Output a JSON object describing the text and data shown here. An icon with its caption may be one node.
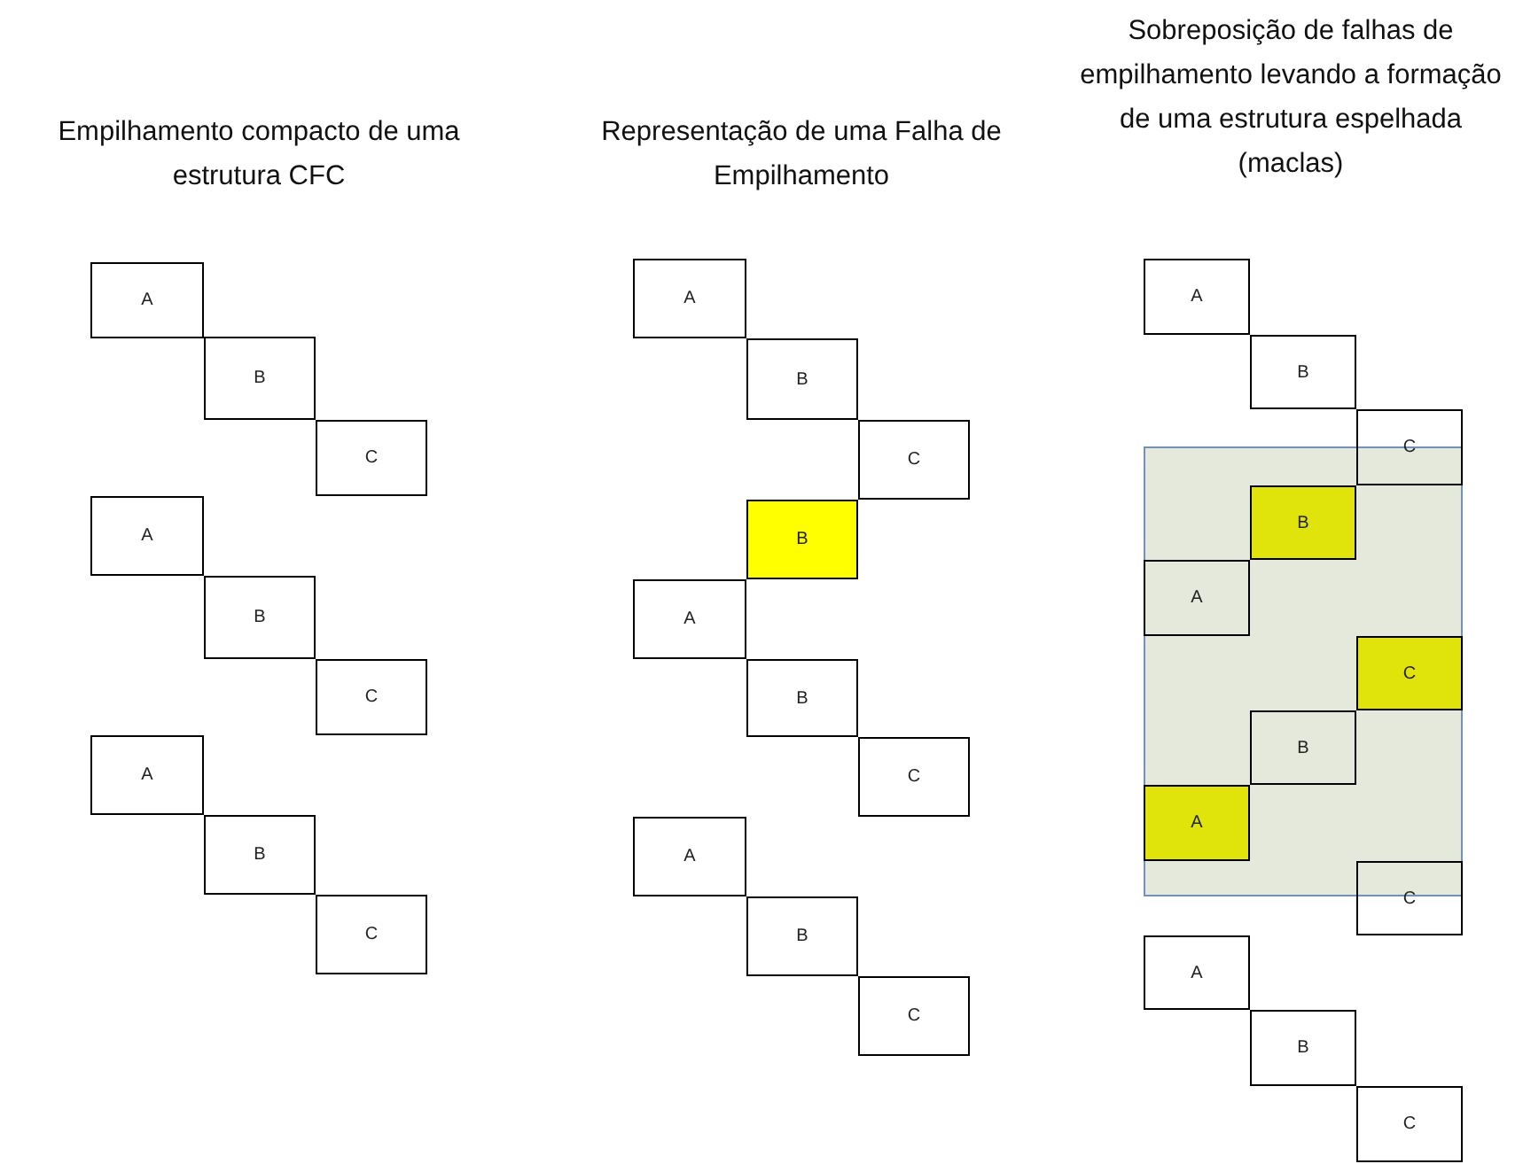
{
  "diagram": {
    "nodes": [
      {
        "text": [
          "A"
        ]
      },
      {
        "text": [
          "B"
        ]
      },
      {
        "text": [
          "C"
        ]
      },
      {
        "text": [
          "A"
        ]
      },
      {
        "text": [
          "B"
        ]
      },
      {
        "text": [
          "C"
        ]
      },
      {
        "text": [
          "A"
        ]
      },
      {
        "text": [
          "B"
        ]
      },
      {
        "text": [
          "C"
        ]
      },
      {
        "text": [
          "A"
        ]
      },
      {
        "text": [
          "B"
        ]
      },
      {
        "text": [
          "C"
        ]
      },
      {
        "text": [
          "B"
        ]
      },
      {
        "text": [
          "A"
        ]
      },
      {
        "text": [
          "B"
        ]
      },
      {
        "text": [
          "C"
        ]
      },
      {
        "text": [
          "A"
        ]
      },
      {
        "text": [
          "B"
        ]
      },
      {
        "text": [
          "C"
        ]
      },
      {
        "text": [
          "A"
        ]
      },
      {
        "text": [
          "B"
        ]
      },
      {
        "text": [
          "C"
        ]
      },
      {
        "text": [
          "B"
        ]
      },
      {
        "text": [
          "A"
        ]
      },
      {
        "text": [
          "C"
        ]
      },
      {
        "text": [
          "B"
        ]
      },
      {
        "text": [
          "A"
        ]
      },
      {
        "text": [
          "C"
        ]
      },
      {
        "text": [
          "A"
        ]
      },
      {
        "text": [
          "B"
        ]
      },
      {
        "text": [
          "C"
        ]
      }
    ],
    "edges": [],
    "labels": [
      "Empilhamento compacto de uma estrutura CFC",
      "Representação de uma Falha de Empilhamento",
      "Sobreposição de falhas de empilhamento levando a formação de uma estrutura espelhada (maclas)"
    ]
  }
}
